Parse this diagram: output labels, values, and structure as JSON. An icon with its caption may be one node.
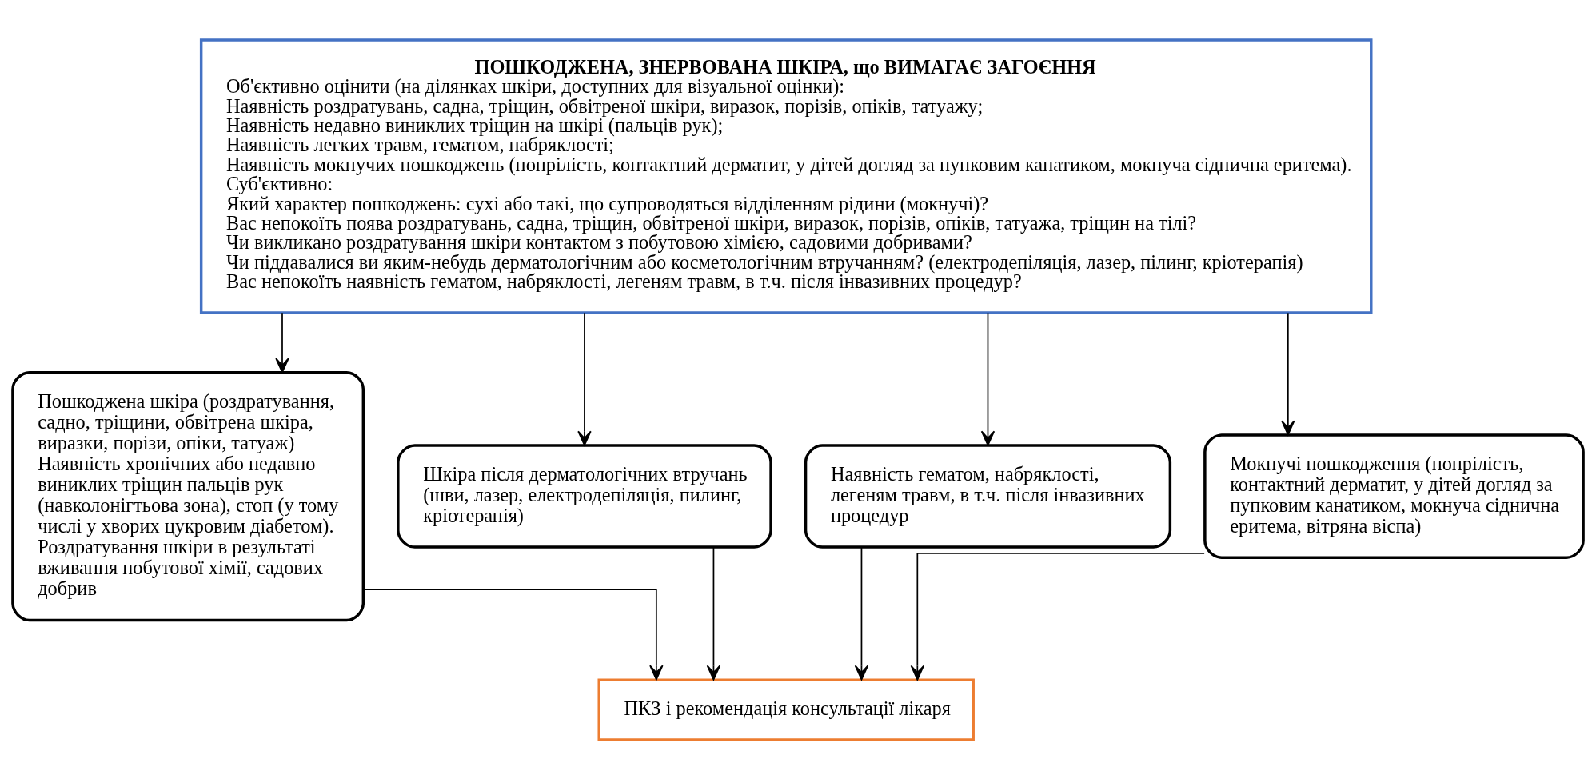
{
  "diagram": {
    "nodes": [
      {
        "text": [
          "ПОШКОДЖЕНА, ЗНЕРВОВАНА ШКІРА, що ВИМАГАЄ ЗАГОЄННЯ",
          "Об'єктивно оцінити (на ділянках шкіри, доступних для візуальної оцінки):",
          "Наявність роздратувань, садна, тріщин, обвітреної шкіри, виразок, порізів, опіків, татуажу;",
          "Наявність недавно виниклих тріщин на шкірі (пальців рук);",
          "Наявність легких травм, гематом, набряклості;",
          "Наявність мокнучих пошкоджень (попрілість, контактний дерматит, у дітей догляд за пупковим канатиком, мокнуча сіднична еритема).",
          "Суб'єктивно:",
          "Який характер пошкоджень: сухі або такі, що супроводяться відділенням рідини (мокнучі)?",
          "Вас непокоїть поява роздратувань, садна, тріщин, обвітреної шкіри, виразок, порізів, опіків, татуажа, тріщин на тілі?",
          "Чи викликано роздратування шкіри контактом з побутовою хімією, садовими добривами?",
          "Чи піддавалися ви яким-небудь дерматологічним або косметологічним втручанням? (електродепіляція, лазер, пілинг, кріотерапія)",
          "Вас непокоїть наявність гематом, набряклості, легеням травм, в т.ч. після інвазивних процедур?"
        ]
      },
      {
        "text": [
          "Пошкоджена шкіра (роздратування, садно, тріщини, обвітрена шкіра, виразки, порізи, опіки, татуаж)",
          "Наявність хронічних або недавно виниклих тріщин пальців рук (навколонігтьова зона), стоп (у тому числі у хворих цукровим діабетом).",
          "Роздратування шкіри в результаті вживання побутової хімії, садових добрив"
        ]
      },
      {
        "text": [
          "Шкіра після дерматологічних втручань (шви, лазер, електродепіляція, пилинг, кріотерапія)"
        ]
      },
      {
        "text": [
          "Наявність гематом, набряклості, легеням травм, в т.ч. після інвазивних процедур"
        ]
      },
      {
        "text": [
          "Мокнучі пошкодження (попрілість, контактний дерматит, у дітей догляд за пупковим канатиком, мокнуча сіднична еритема, вітряна віспа)"
        ]
      },
      {
        "text": [
          "ПКЗ і рекомендація консультації лікаря"
        ]
      }
    ],
    "edges": [
      {
        "from": 0,
        "to": 1,
        "arrow": "to"
      },
      {
        "from": 0,
        "to": 2,
        "arrow": "to"
      },
      {
        "from": 0,
        "to": 3,
        "arrow": "to"
      },
      {
        "from": 0,
        "to": 4,
        "arrow": "to"
      },
      {
        "from": 1,
        "to": 5,
        "arrow": "to"
      },
      {
        "from": 2,
        "to": 5,
        "arrow": "to"
      },
      {
        "from": 3,
        "to": 5,
        "arrow": "to"
      },
      {
        "from": 4,
        "to": 5,
        "arrow": "to"
      }
    ]
  }
}
